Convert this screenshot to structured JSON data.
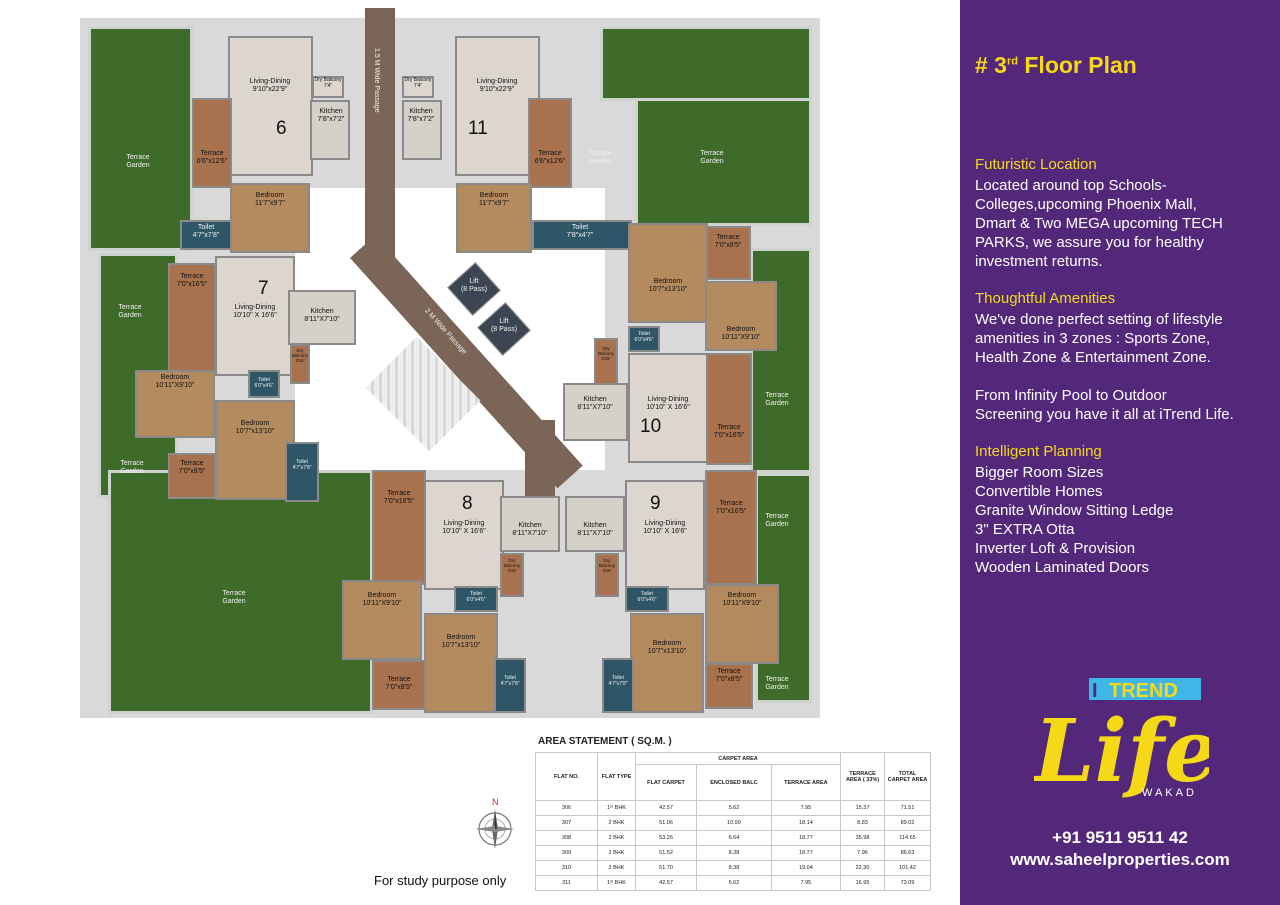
{
  "panel": {
    "title_prefix": "# 3",
    "title_sup": "rd",
    "title_suffix": " Floor Plan",
    "sections": [
      {
        "heading": "Futuristic Location",
        "body": "Located around top Schools-\nColleges,upcoming Phoenix Mall,\nDmart & Two MEGA upcoming TECH\nPARKS, we assure you for healthy\ninvestment returns."
      },
      {
        "heading": "Thoughtful Amenities",
        "body": "We've done perfect setting of lifestyle\namenities in 3 zones : Sports Zone,\nHealth Zone & Entertainment Zone.\n\nFrom Infinity Pool to Outdoor\nScreening you have it all at iTrend Life."
      },
      {
        "heading": "Intelligent Planning",
        "body": "Bigger Room Sizes\nConvertible Homes\nGranite Window Sitting Ledge\n3\" EXTRA Otta\nInverter Loft & Provision\nWooden Laminated Doors"
      }
    ],
    "phone": "+91 9511 9511 42",
    "website": "www.saheelproperties.com"
  },
  "logo": {
    "brand_i": "I",
    "brand_trend": "TREND",
    "brand_life": "Life",
    "brand_place": "WAKAD"
  },
  "colors": {
    "panel_bg": "#53287a",
    "accent_yellow": "#f5d917",
    "garden_green": "#3e6b2a",
    "terrace_brown": "#a8724f"
  },
  "plan": {
    "units": [
      "6",
      "11",
      "7",
      "10",
      "8",
      "9"
    ],
    "labels": {
      "terrace_garden": "Terrace\nGarden",
      "living_6": "Living-Dining\n9'10\"x22'9\"",
      "living_11": "Living-Dining\n9'10\"x22'9\"",
      "kitchen_6": "Kitchen\n7'8\"x7'2\"",
      "kitchen_11": "Kitchen\n7'8\"x7'2\"",
      "dry_6": "Dry Balcony\n7'4\"",
      "dry_11": "Dry Balcony\n7'4\"",
      "terrace_6": "Terrace\n6'6\"x12'6\"",
      "terrace_11": "Terrace\n6'6\"x12'6\"",
      "bed_6": "Bedroom\n11'7\"x9'7\"",
      "bed_11": "Bedroom\n11'7\"x9'7\"",
      "toilet_6": "Toilet\n4'7\"x7'8\"",
      "toilet_11": "Toilet\n7'8\"x4'7\"",
      "passage_15": "1.5 M Wide Passage",
      "passage_2": "2 M Wide Passage",
      "lift1": "Lift\n(8 Pass)",
      "lift2": "Lift\n(8 Pass)",
      "terrace_7": "Terrace\n7'0\"x16'5\"",
      "living_7": "Living-Dining\n10'10\" X 16'6\"",
      "kitchen_7": "Kitchen\n8'11\"X7'10\"",
      "bed_7a": "Bedroom\n10'11\"X9'10\"",
      "toilet_7": "Toilet\n6'0\"x4'6\"",
      "dry_7": "Dry Balcony\n3'x5'",
      "bed_7b": "Bedroom\n10'7\"x13'10\"",
      "terrace_7b": "Terrace\n7'0\"x8'5\"",
      "toilet_7b": "Toilet\n4'7\"x7'8\"",
      "terrace_10a": "Terrace\n7'0\"x8'5\"",
      "bed_10a": "Bedroom\n10'7\"x13'10\"",
      "bed_10b": "Bedroom\n10'11\"X9'10\"",
      "toilet_10": "Toilet\n6'0\"x4'6\"",
      "dry_10": "Dry Balcony\n3'x5'",
      "kitchen_10": "Kitchen\n8'11\"X7'10\"",
      "living_10": "Living-Dining\n10'10\" X 16'6\"",
      "terrace_10b": "Terrace\n7'0\"x16'5\"",
      "terrace_8": "Terrace\n7'0\"x16'5\"",
      "living_8": "Living-Dining\n10'10\" X 16'6\"",
      "kitchen_8": "Kitchen\n8'11\"X7'10\"",
      "kitchen_9": "Kitchen\n8'11\"X7'10\"",
      "living_9": "Living-Dining\n10'10\" X 16'6\"",
      "terrace_9": "Terrace\n7'0\"x16'5\"",
      "dry_8": "Dry Balcony\n3'x5'",
      "dry_9": "Dry Balcony\n3'x5'",
      "bed_8a": "Bedroom\n10'11\"X9'10\"",
      "toilet_8": "Toilet\n6'0\"x4'6\"",
      "toilet_9": "Toilet\n6'0\"x4'6\"",
      "bed_9a": "Bedroom\n10'11\"X9'10\"",
      "bed_8b": "Bedroom\n10'7\"x13'10\"",
      "bed_9b": "Bedroom\n10'7\"x13'10\"",
      "terrace_8b": "Terrace\n7'0\"x8'5\"",
      "terrace_9b": "Terrace\n7'0\"x8'5\"",
      "toilet_8b": "Toilet\n4'7\"x7'8\"",
      "toilet_9b": "Toilet\n4'7\"x7'8\""
    }
  },
  "area_statement": {
    "title": "AREA STATEMENT ( SQ.M. )",
    "headers": {
      "flat_no": "FLAT NO.",
      "flat_type": "FLAT TYPE",
      "carpet_area": "CARPET AREA",
      "flat_carpet": "FLAT CARPET",
      "enclosed_balc": "ENCLOSED BALC",
      "terrace_area": "TERRACE AREA",
      "terrace_area_33": "TERRACE AREA ( 33%)",
      "total": "TOTAL CARPET AREA"
    },
    "rows": [
      [
        "306",
        "1ˢᵗ BHK",
        "42.57",
        "5.62",
        "7.95",
        "15.37",
        "71.51"
      ],
      [
        "307",
        "2 BHK",
        "51.06",
        "10.99",
        "18.14",
        "8.83",
        "89.02"
      ],
      [
        "308",
        "2 BHK",
        "53.26",
        "6.64",
        "18.77",
        "35.98",
        "114.65"
      ],
      [
        "309",
        "2 BHK",
        "51.52",
        "8.38",
        "18.77",
        "7.96",
        "86.63"
      ],
      [
        "310",
        "2 BHK",
        "51.70",
        "8.38",
        "19.04",
        "22.30",
        "101.42"
      ],
      [
        "311",
        "1ˢᵗ BHK",
        "42.57",
        "5.62",
        "7.95",
        "16.95",
        "73.09"
      ]
    ]
  },
  "compass": {
    "north": "N"
  },
  "note": "For study purpose only"
}
